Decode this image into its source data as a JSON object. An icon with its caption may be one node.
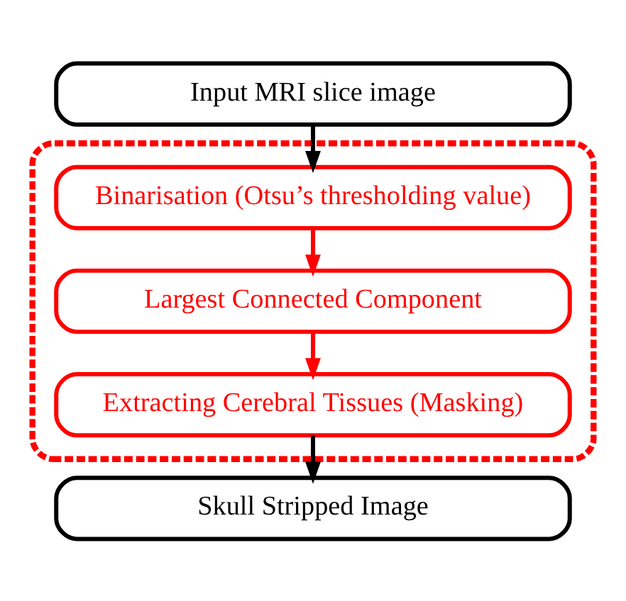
{
  "diagram": {
    "nodes": [
      {
        "text": [
          "Input MRI slice image"
        ]
      },
      {
        "text": [],
        "shape": "box"
      },
      {
        "text": [
          "Binarisation (Otsu’s thresholding value)"
        ],
        "in": 1
      },
      {
        "text": [
          "Largest Connected Component"
        ],
        "in": 1
      },
      {
        "text": [
          "Extracting Cerebral Tissues (Masking)"
        ],
        "in": 1
      },
      {
        "text": [
          "Skull Stripped Image"
        ]
      }
    ],
    "edges": [
      {
        "from": 0,
        "to": 2,
        "arrow": "to"
      },
      {
        "from": 2,
        "to": 3,
        "arrow": "to",
        "color": "#ff0000"
      },
      {
        "from": 3,
        "to": 4,
        "arrow": "to",
        "color": "#ff0000"
      },
      {
        "from": 4,
        "to": 5,
        "arrow": "to"
      }
    ]
  }
}
